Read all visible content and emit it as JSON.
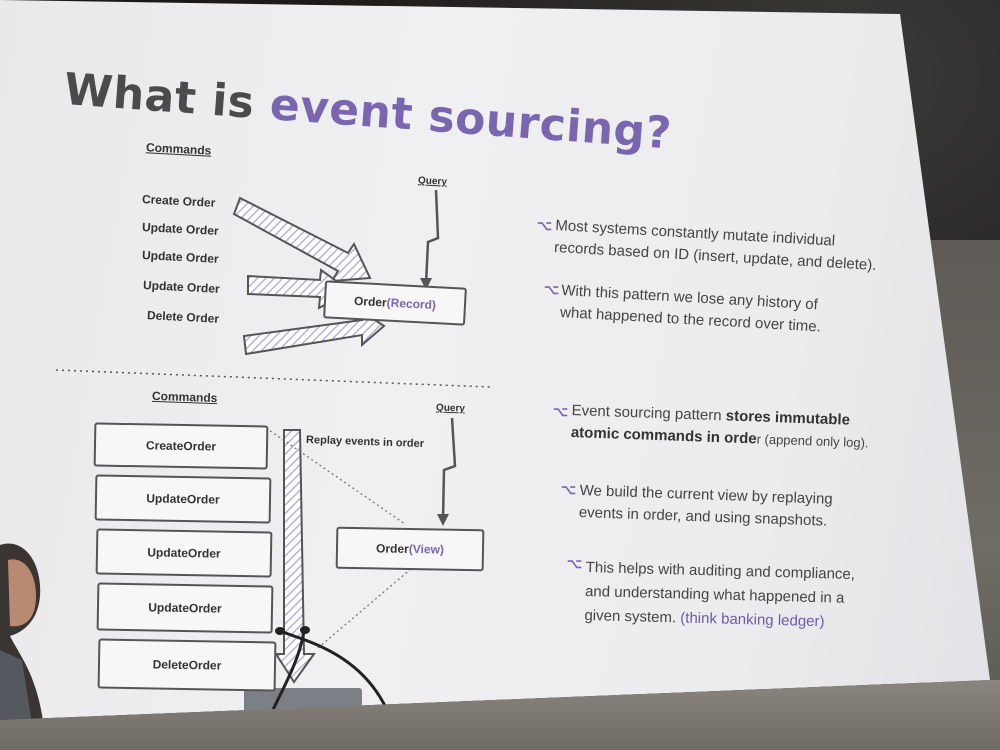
{
  "slide": {
    "title_plain": "What is ",
    "title_accent": "event sourcing?"
  },
  "top_diagram": {
    "commands_label": "Commands",
    "query_label": "Query",
    "commands": [
      "Create Order",
      "Update Order",
      "Update Order",
      "Update Order",
      "Delete Order"
    ],
    "record_box": {
      "label": "Order ",
      "accent": "(Record)"
    }
  },
  "bottom_diagram": {
    "commands_label": "Commands",
    "query_label": "Query",
    "replay_label": "Replay events in order",
    "commands": [
      "CreateOrder",
      "UpdateOrder",
      "UpdateOrder",
      "UpdateOrder",
      "DeleteOrder"
    ],
    "view_box": {
      "label": "Order ",
      "accent": "(View)"
    }
  },
  "bullets_top": [
    {
      "line1": "Most systems constantly mutate individual",
      "line2": "records based on ID (insert, update, and delete)."
    },
    {
      "line1": "With this pattern we lose any history of",
      "line2": "what happened to the record over time."
    }
  ],
  "bullets_bottom": [
    {
      "line1_a": "Event sourcing pattern ",
      "line1_b": "stores immutable",
      "line2_b": "atomic commands in orde",
      "line2_c": "r (append only log)."
    },
    {
      "line1": "We build the current view by replaying",
      "line2": "events in order, and using snapshots."
    },
    {
      "line1": "This helps with auditing and compliance,",
      "line2": "and understanding what happened in a",
      "line3_a": "given system. ",
      "line3_b": "(think banking ledger)"
    }
  ],
  "colors": {
    "accent": "#7a66b0",
    "text": "#444444",
    "screen": "#ececee"
  }
}
